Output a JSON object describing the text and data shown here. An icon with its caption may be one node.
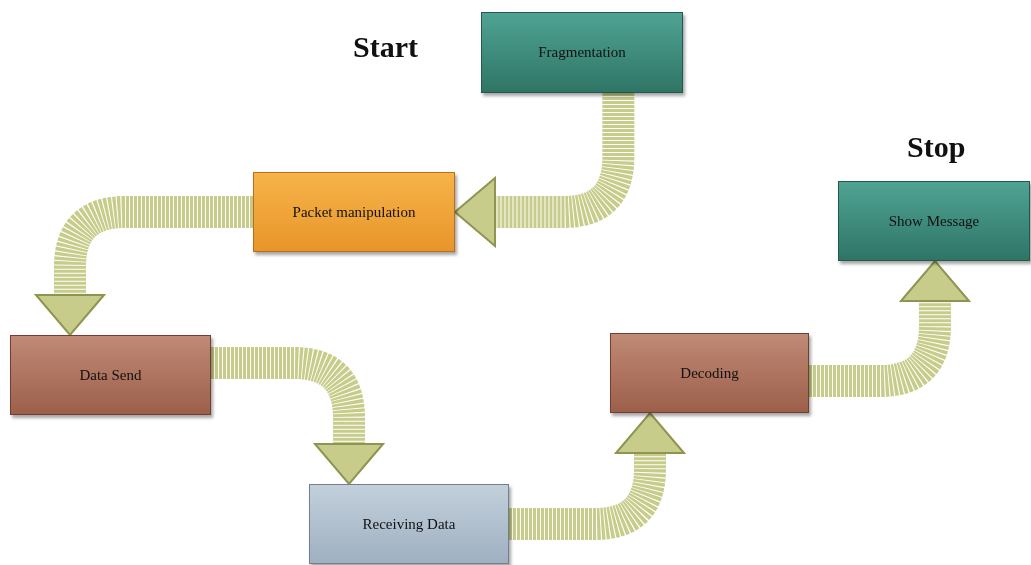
{
  "diagram": {
    "nodes": [
      {
        "text": [
          "Fragmentation"
        ]
      },
      {
        "text": [
          "Packet manipulation"
        ]
      },
      {
        "text": [
          "Data Send"
        ]
      },
      {
        "text": [
          "Receiving Data"
        ]
      },
      {
        "text": [
          "Decoding"
        ]
      },
      {
        "text": [
          "Show Message"
        ]
      }
    ],
    "edges": [
      {
        "from": 0,
        "to": 1,
        "arrow": "to"
      },
      {
        "from": 1,
        "to": 2,
        "arrow": "to"
      },
      {
        "from": 2,
        "to": 3,
        "arrow": "to"
      },
      {
        "from": 3,
        "to": 4,
        "arrow": "to"
      },
      {
        "from": 4,
        "to": 5,
        "arrow": "to"
      }
    ],
    "labels": [
      "Start",
      "Stop"
    ]
  }
}
